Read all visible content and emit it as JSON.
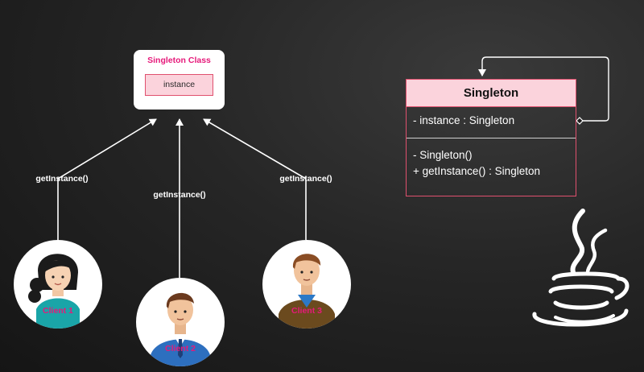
{
  "singleton_class": {
    "title": "Singleton Class",
    "field": "instance"
  },
  "arrows": {
    "left_label": "getInstance()",
    "center_label": "getInstance()",
    "right_label": "getInstance()"
  },
  "clients": [
    {
      "name": "Client 1"
    },
    {
      "name": "Client 2"
    },
    {
      "name": "Client 3"
    }
  ],
  "uml": {
    "class_name": "Singleton",
    "attributes": [
      "-  instance : Singleton"
    ],
    "methods": [
      "-  Singleton()",
      "+ getInstance() : Singleton"
    ]
  },
  "logo": {
    "icon": "java-coffee-cup-icon"
  },
  "colors": {
    "accent_pink": "#e6197a",
    "uml_fill": "#fbd3dc",
    "uml_border": "#e0506e",
    "line": "#ffffff"
  }
}
